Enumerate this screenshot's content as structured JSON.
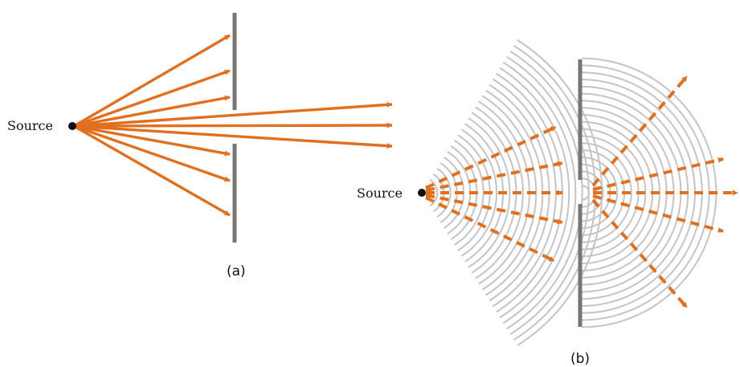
{
  "colors": {
    "ray": "#E07020",
    "barrier": "#7a7472",
    "wavefront": "#c4c4c4",
    "source_dot": "#111111",
    "text": "#111111"
  },
  "panel_a": {
    "source_label": "Source",
    "caption": "(a)",
    "ray_style": "solid arrows",
    "barrier": "wall with single gap"
  },
  "panel_b": {
    "source_label": "Source",
    "caption": "(b)",
    "ray_style": "dashed arrows",
    "wavefronts": "concentric circular wavefronts before barrier; semicircular wavefronts spreading from gap after barrier"
  }
}
